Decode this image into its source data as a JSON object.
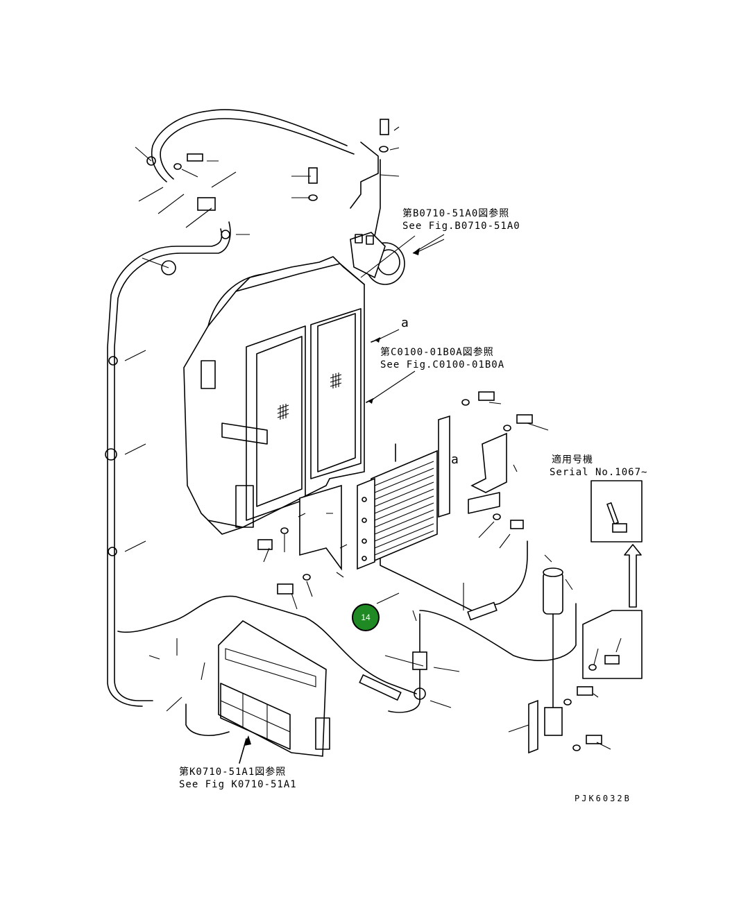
{
  "references": {
    "compressor_jp": "第B0710-51A0図参照",
    "compressor_en": "See Fig.B0710-51A0",
    "radiator_jp": "第C0100-01B0A図参照",
    "radiator_en": "See Fig.C0100-01B0A",
    "heater_jp": "第K0710-51A1図参照",
    "heater_en": "See Fig K0710-51A1"
  },
  "serial": {
    "jp": "適用号機",
    "en": "Serial No.1067~"
  },
  "markers": {
    "a_top": "a",
    "a_bracket": "a"
  },
  "callout": {
    "number": "14",
    "color": "#1f8a23"
  },
  "drawing_code": "PJK6032B"
}
